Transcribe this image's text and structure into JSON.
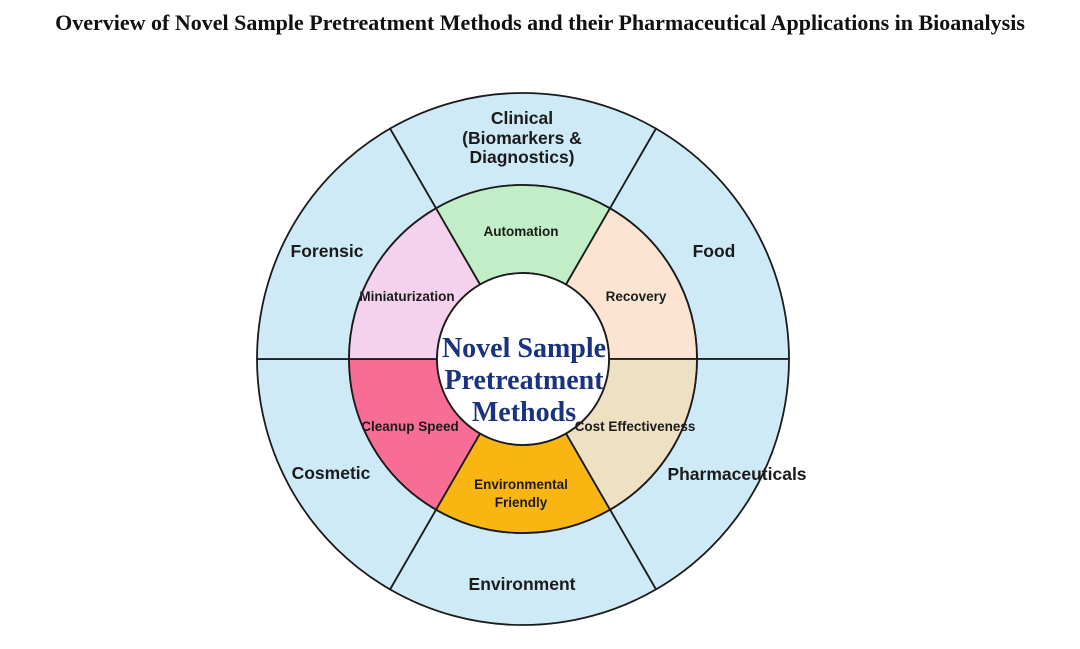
{
  "title": "Overview of Novel Sample Pretreatment Methods and their Pharmaceutical Applications in Bioanalysis",
  "diagram": {
    "stroke_color": "#1a1a1a",
    "label_color": "#1b1b1b",
    "outer_ring": {
      "fill": "#cfeaf7",
      "segments": {
        "clinical": {
          "line1": "Clinical",
          "line2": "(Biomarkers &",
          "line3": "Diagnostics)"
        },
        "food": {
          "label": "Food"
        },
        "pharmaceuticals": {
          "label": "Pharmaceuticals"
        },
        "environment": {
          "label": "Environment"
        },
        "cosmetic": {
          "label": "Cosmetic"
        },
        "forensic": {
          "label": "Forensic"
        }
      }
    },
    "inner_ring": {
      "segments": {
        "automation": {
          "label": "Automation",
          "fill": "#c1eec6"
        },
        "recovery": {
          "label": "Recovery",
          "fill": "#fce3d2"
        },
        "cost_effectiveness": {
          "label": "Cost Effectiveness",
          "fill": "#eee0c2"
        },
        "environmental_friendly": {
          "line1": "Environmental",
          "line2": "Friendly",
          "fill": "#f9b512"
        },
        "cleanup_speed": {
          "label": "Cleanup Speed",
          "fill": "#f76d95"
        },
        "miniaturization": {
          "label": "Miniaturization",
          "fill": "#f4d2ee"
        }
      }
    },
    "center": {
      "fill": "#ffffff",
      "text_color": "#1a337e",
      "line1": "Novel Sample",
      "line2": "Pretreatment",
      "line3": "Methods"
    }
  }
}
